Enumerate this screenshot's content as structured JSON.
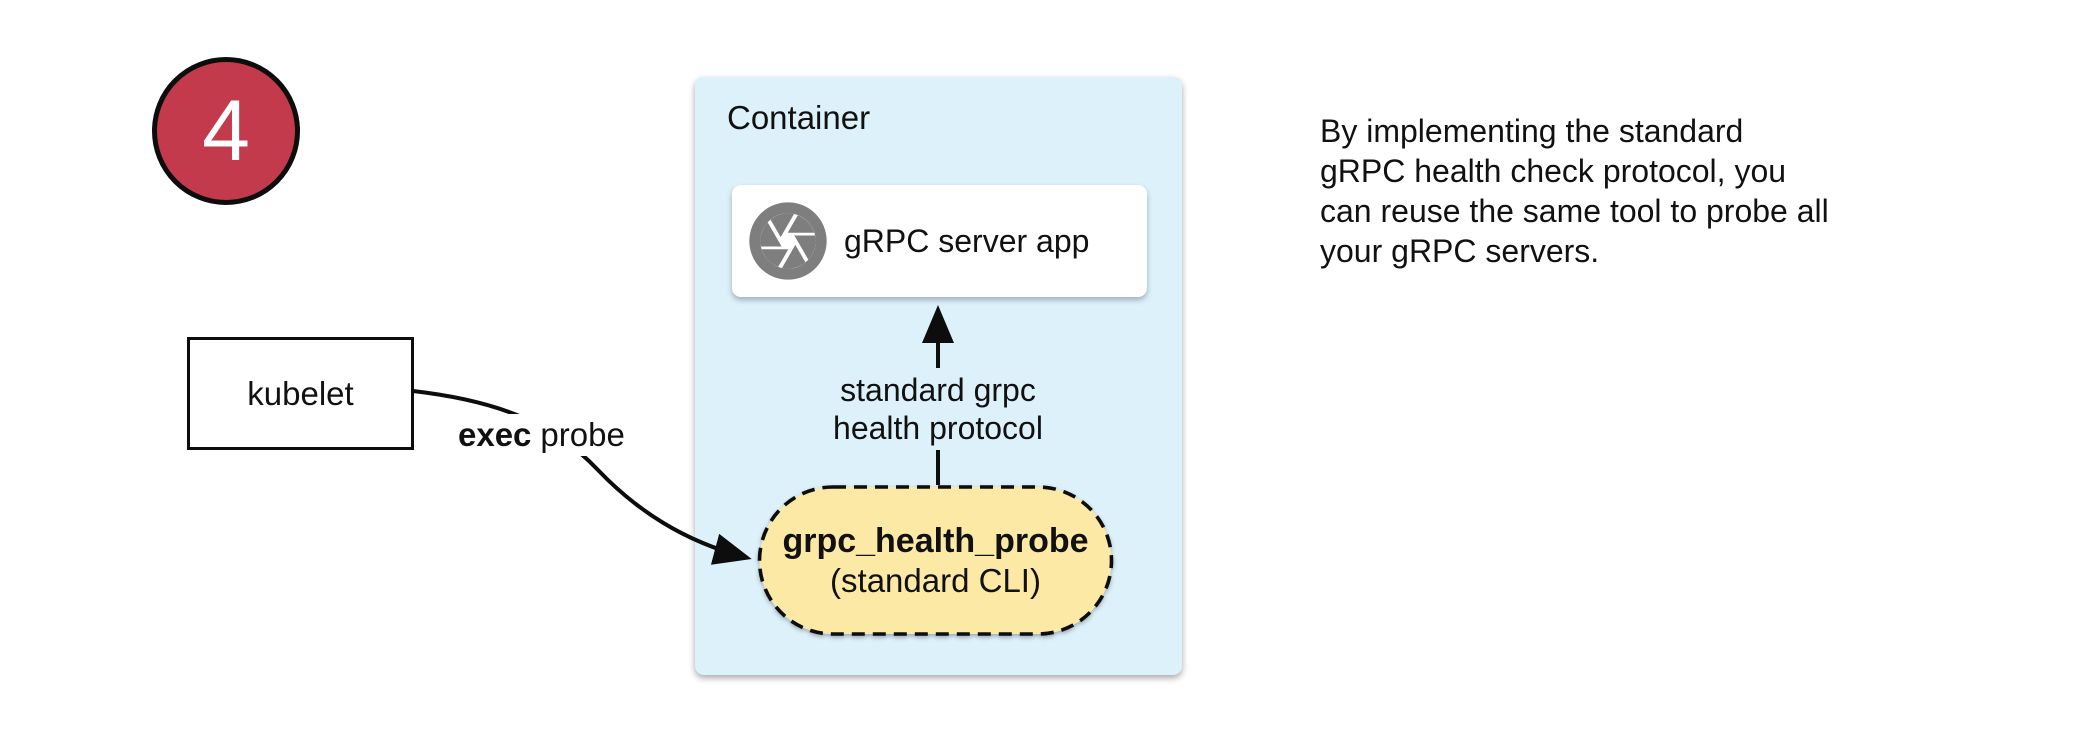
{
  "colors": {
    "badge_red": "#C23A4B",
    "container_blue": "#DDF1FB",
    "pill_yellow": "#FCE9A6",
    "icon_gray": "#7E7E7E",
    "line_black": "#0d0d0d"
  },
  "badge": {
    "number": "4"
  },
  "kubelet_box": {
    "label": "kubelet"
  },
  "exec_probe_label": {
    "bold": "exec",
    "regular": "probe"
  },
  "container": {
    "title": "Container"
  },
  "server_app_box": {
    "icon": "aperture-icon",
    "label": "gRPC server app"
  },
  "protocol_arrow_label": {
    "line1": "standard grpc",
    "line2": "health protocol"
  },
  "health_probe_pill": {
    "title": "grpc_health_probe",
    "subtitle": "(standard CLI)"
  },
  "caption": {
    "lines": [
      "By implementing the standard",
      "gRPC health check protocol, you",
      "can reuse the same tool to probe all",
      "your gRPC servers."
    ]
  }
}
